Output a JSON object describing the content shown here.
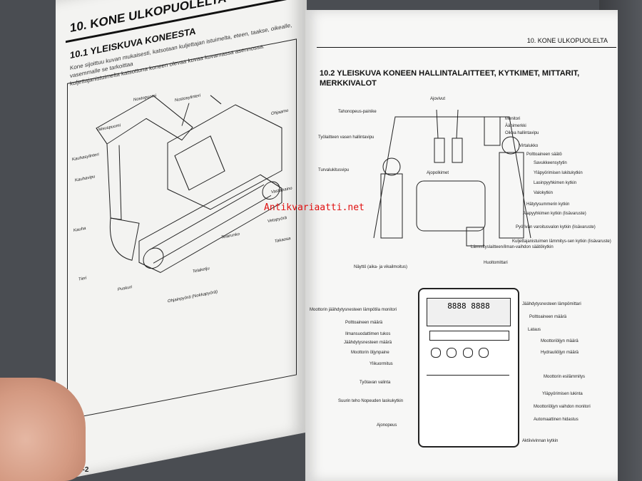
{
  "left_page": {
    "header": "10. KONE ULKOPUOLELTA",
    "section_title": "10.1 YLEISKUVA KONEESTA",
    "intro_line1": "Kone sijoittuu kuvan mukaisesti, katsotaan kuljettajan istuimelta, eteen, taakse, oikealle, vasemmalle se tarkoittaa",
    "intro_line2": "kuljettajanistuimelta katsottuna koneen olevaa kuvaa kuvamassa asennossa.",
    "labels": [
      "Nostopuomi",
      "Nostosylinteri",
      "Vaisuspuomi",
      "Ohjaamo",
      "Kauhasylinteri",
      "Kauhavipu",
      "Kauha",
      "Tieri",
      "Puskuri",
      "Telarunko",
      "Telaketju",
      "Ohjainpyörä (Nokkapyörä)",
      "Vetopyörä",
      "Vastapaino",
      "Takaosa"
    ],
    "page_number": "2-2"
  },
  "right_page": {
    "header": "10. KONE ULKOPUOLELTA",
    "section_title": "10.2  YLEISKUVA KONEEN HALLINTALAITTEET, KYTKIMET, MITTARIT, MERKKIVALOT",
    "cab_labels_left": [
      "Ajovivut",
      "Tahonopeus-painike",
      "Työlaitteen vasen hallintavipu",
      "Turvalukitusvipu",
      "Ajopolkimet",
      "Lämmityslaitteen/ilman-vaihdon säätökytkin"
    ],
    "cab_labels_right": [
      "Monitori",
      "Äänimerkki",
      "Oikea hallintavipu",
      "Virtalukko",
      "Polttoaineen säätö",
      "Savukkeensytytin",
      "Yläpyörimisen lukitukytkin",
      "Lasinpyyhkimen kytkin",
      "Valokytkin",
      "Hätytysummerin kytkin",
      "Alapyyhkimen kytkin (lisävaruste)",
      "Pyörivän varoitusvalon kytkin (lisävaruste)",
      "Kuljettajanistuimen lämmitys-sen kytkin (lisävaruste)"
    ],
    "monitor_labels_left": [
      "Näyttö (aika- ja vikailmoitus)",
      "Moottorin jäähdytysnesteen lämpötila monitori",
      "Polttoaineen määrä",
      "Ilmansuodattimen tukos",
      "Jäähdytysnesteen määrä",
      "Moottorin öljynpaine",
      "Ylikuormitus",
      "Työtavan valinta",
      "Suurin teho Nopeuden laskukytkin",
      "Ajonopeus"
    ],
    "monitor_labels_right": [
      "Huoltomittari",
      "Jäähdytysnesteen lämpömittari",
      "Polttoaineen määrä",
      "Lataus",
      "Moottoriöljyn määrä",
      "Hydrauliöljyn määrä",
      "Moottorin esilämmitys",
      "Yläpyörimisen lukinta",
      "Moottoriöljyn vaihdon monitori",
      "Automaattinen hidastus",
      "Aktiivivinnan kytkin"
    ],
    "watermark": "Antikvariaatti.net"
  }
}
